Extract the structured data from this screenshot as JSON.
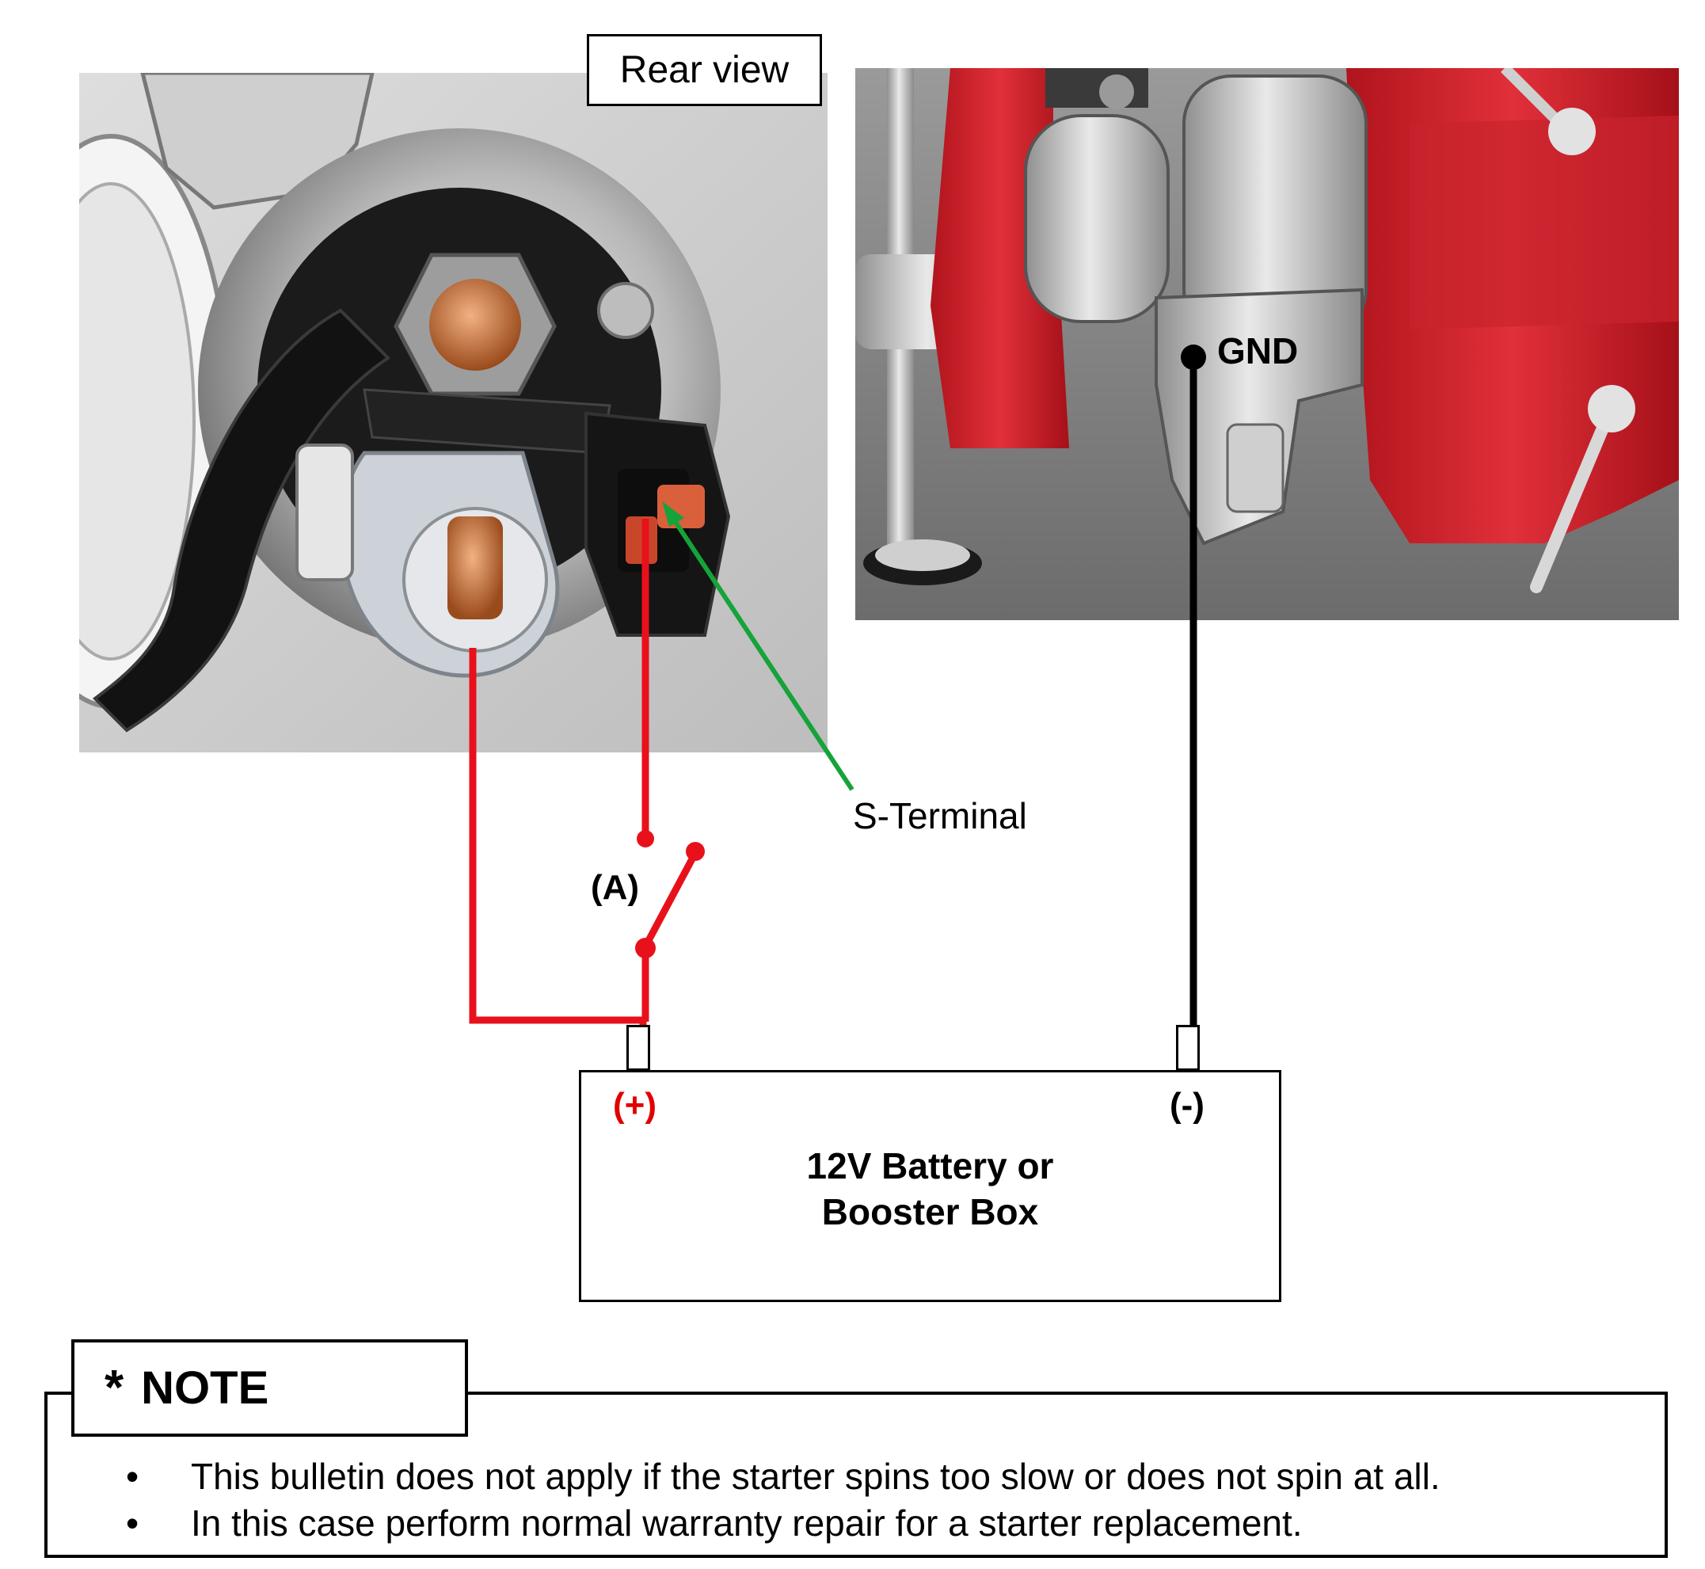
{
  "rear_view": {
    "label": "Rear view"
  },
  "wiring": {
    "gnd_label": "GND",
    "s_terminal_label": "S-Terminal",
    "switch_label": "(A)",
    "colors": {
      "positive": "#e8111b",
      "ground": "#000000",
      "pointer": "#15a33a"
    }
  },
  "battery": {
    "positive_label": "(+)",
    "negative_label": "(-)",
    "title_line1": "12V Battery or",
    "title_line2": "Booster Box"
  },
  "note": {
    "star": "*",
    "heading": "NOTE",
    "items": [
      "This bulletin does not apply if the starter spins too slow or does not spin at all.",
      "In this case perform normal warranty repair for a starter replacement."
    ]
  }
}
